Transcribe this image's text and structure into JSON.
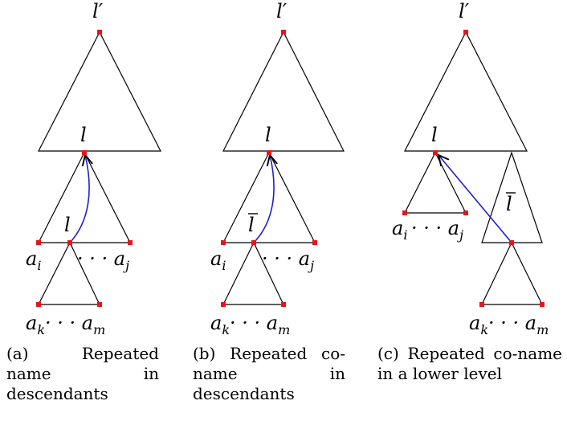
{
  "colors": {
    "node": "#e8141c",
    "arrow": "#1f1fd0",
    "line": "#000000"
  },
  "panels": [
    {
      "top_label": "l′",
      "mid_label": "l",
      "node_label": "l",
      "node_bar": false,
      "left_leaf": "a",
      "left_leaf_sub": "i",
      "right_leaf": "· · · a",
      "right_leaf_sub": "j",
      "bottom_leaf": "a",
      "bottom_leaf_sub": "k",
      "bottom_dots": "· · · a",
      "bottom_leaf_sub2": "m",
      "caption": "(a)   Repeated name in descendants"
    },
    {
      "top_label": "l′",
      "mid_label": "l",
      "node_label": "l",
      "node_bar": true,
      "left_leaf": "a",
      "left_leaf_sub": "i",
      "right_leaf": "· · · a",
      "right_leaf_sub": "j",
      "bottom_leaf": "a",
      "bottom_leaf_sub": "k",
      "bottom_dots": "· · · a",
      "bottom_leaf_sub2": "m",
      "caption": "(b)   Repeated co-name in descendants"
    },
    {
      "top_label": "l′",
      "mid_label": "l",
      "node_label": "l",
      "node_bar": true,
      "left_leaf": "a",
      "left_leaf_sub": "i",
      "right_leaf": "· · · a",
      "right_leaf_sub": "j",
      "bottom_leaf": "a",
      "bottom_leaf_sub": "k",
      "bottom_dots": "· · · a",
      "bottom_leaf_sub2": "m",
      "caption": "(c)   Repeated co-name in a lower level"
    }
  ]
}
